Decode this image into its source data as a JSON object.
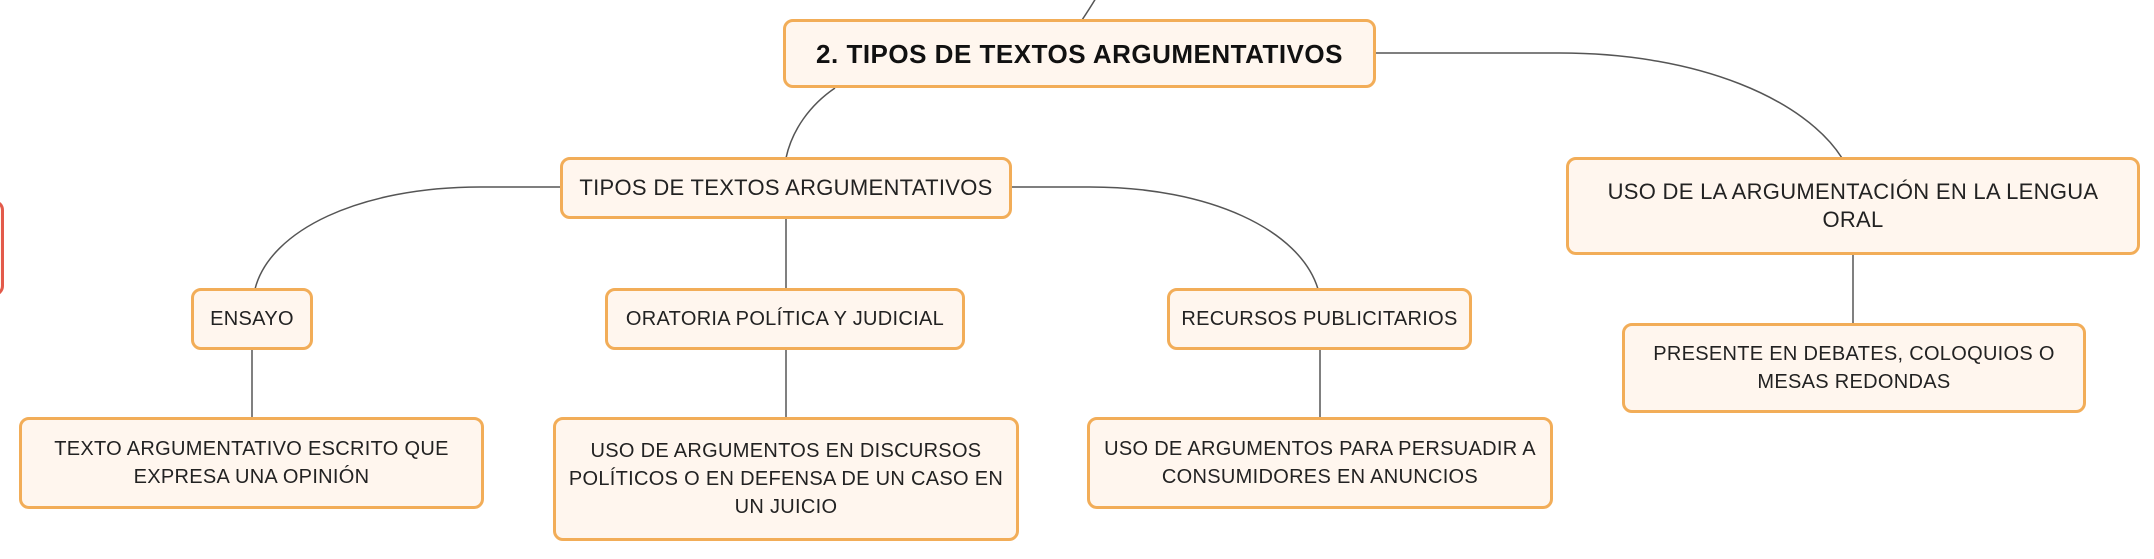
{
  "diagram": {
    "root": {
      "label": "2. TIPOS DE TEXTOS ARGUMENTATIVOS"
    },
    "types": {
      "label": "TIPOS DE TEXTOS ARGUMENTATIVOS"
    },
    "oral": {
      "label": "USO DE LA ARGUMENTACIÓN EN LA LENGUA ORAL"
    },
    "oral_detail": {
      "label": "PRESENTE EN DEBATES, COLOQUIOS O MESAS REDONDAS"
    },
    "ensayo": {
      "label": "ENSAYO"
    },
    "ensayo_detail": {
      "label": "TEXTO ARGUMENTATIVO ESCRITO QUE EXPRESA UNA OPINIÓN"
    },
    "oratoria": {
      "label": "ORATORIA POLÍTICA Y JUDICIAL"
    },
    "oratoria_detail": {
      "label": "USO DE ARGUMENTOS EN DISCURSOS POLÍTICOS O EN DEFENSA DE UN CASO EN UN JUICIO"
    },
    "recursos": {
      "label": "RECURSOS PUBLICITARIOS"
    },
    "recursos_detail": {
      "label": "USO DE ARGUMENTOS PARA PERSUADIR A CONSUMIDORES EN ANUNCIOS"
    }
  },
  "colors": {
    "node_border": "#f2ad58",
    "node_fill": "#fff6ee",
    "connector": "#555555",
    "offscreen_node_border": "#e35a4a"
  }
}
